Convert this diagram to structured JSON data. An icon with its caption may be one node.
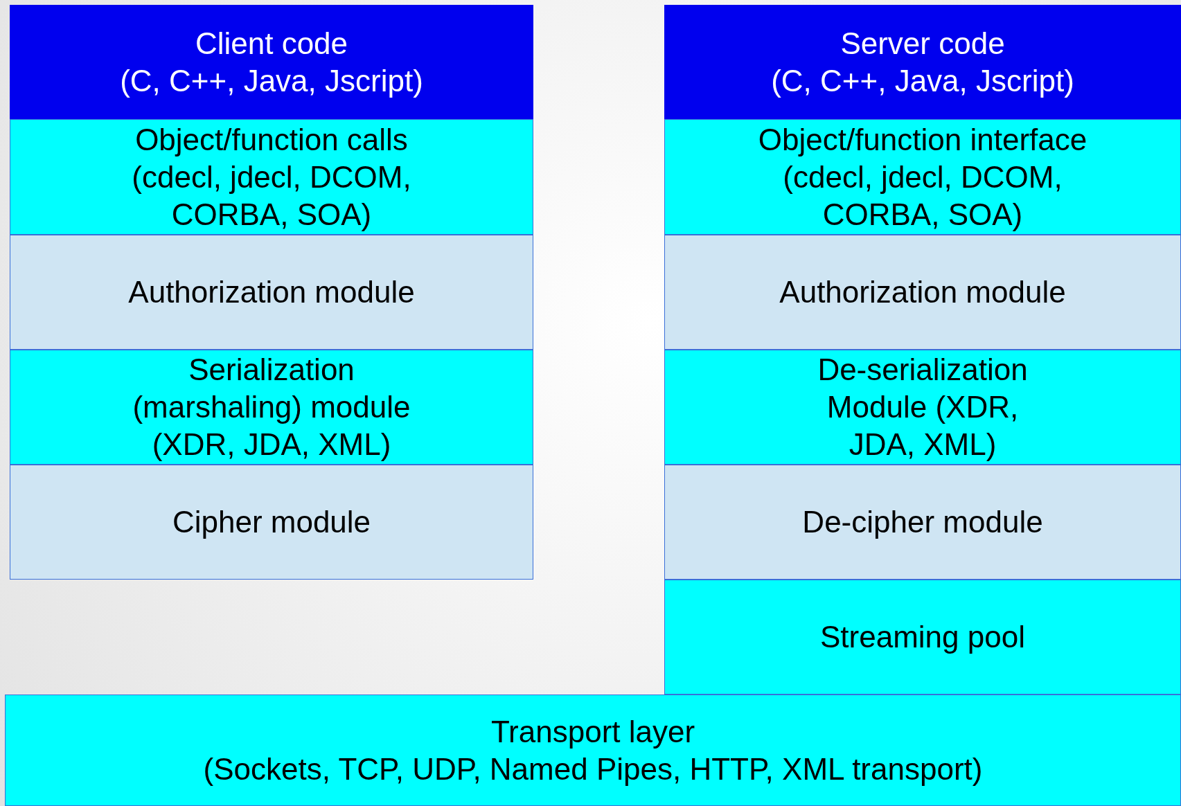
{
  "diagram": {
    "nodes": [
      {
        "text": [
          "Client code",
          "(C, C++, Java, Jscript)"
        ]
      },
      {
        "text": [
          "Object/function calls (cdecl, jdecl, DCOM, CORBA, SOA)"
        ]
      },
      {
        "text": [
          "Authorization module"
        ]
      },
      {
        "text": [
          "Serialization (marshaling) module (XDR, JDA, XML)"
        ]
      },
      {
        "text": [
          "Cipher module"
        ]
      },
      {
        "text": [
          "Server code",
          "(C, C++, Java, Jscript)"
        ]
      },
      {
        "text": [
          "Object/function interface (cdecl, jdecl, DCOM, CORBA, SOA)"
        ]
      },
      {
        "text": [
          "Authorization module"
        ]
      },
      {
        "text": [
          "De-serialization Module (XDR, JDA, XML)"
        ]
      },
      {
        "text": [
          "De-cipher module"
        ]
      },
      {
        "text": [
          "Streaming pool"
        ]
      },
      {
        "text": [
          "Transport layer",
          "(Sockets, TCP, UDP, Named Pipes, HTTP, XML transport)"
        ]
      }
    ]
  }
}
